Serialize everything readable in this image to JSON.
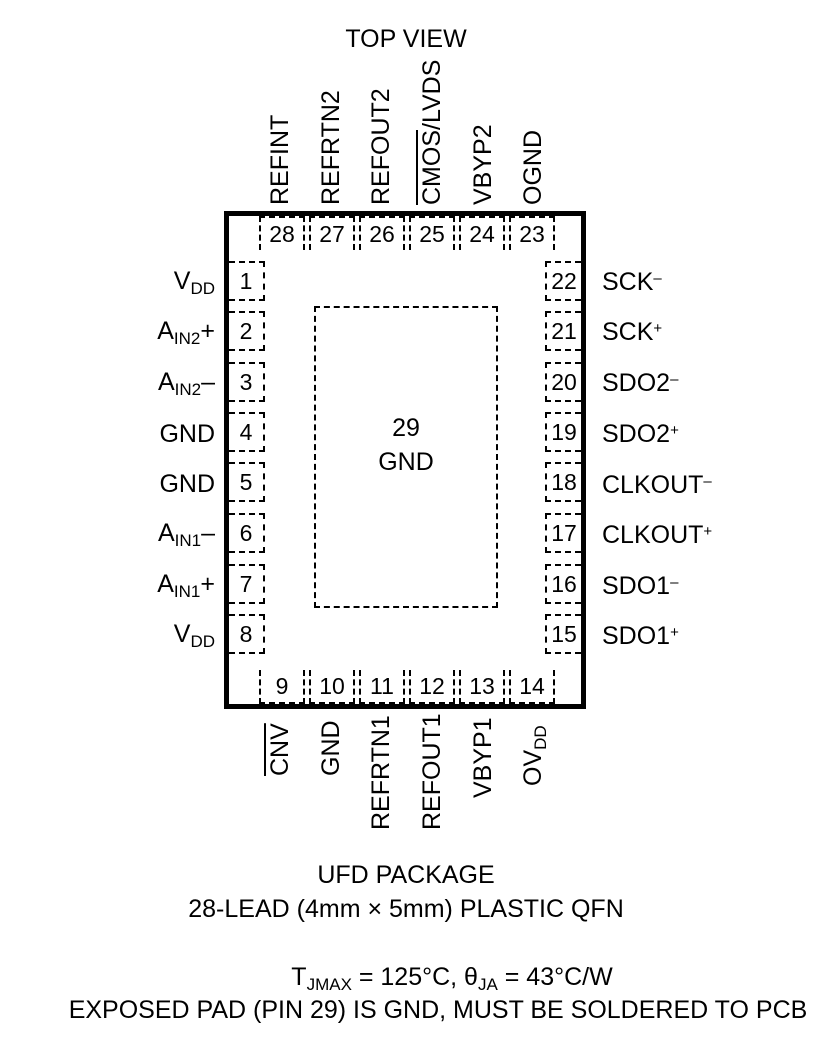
{
  "view_title": "TOP VIEW",
  "top_pins": [
    {
      "num": "28",
      "name": "REFINT"
    },
    {
      "num": "27",
      "name": "REFRTN2"
    },
    {
      "num": "26",
      "name": "REFOUT2"
    },
    {
      "num": "25",
      "name_overline": "CMOS",
      "name_rest": "/LVDS"
    },
    {
      "num": "24",
      "name": "VBYP2"
    },
    {
      "num": "23",
      "name": "OGND"
    }
  ],
  "left_pins": [
    {
      "num": "1",
      "name": "V",
      "sub": "DD"
    },
    {
      "num": "2",
      "name": "A",
      "sub": "IN2",
      "suffix": "+"
    },
    {
      "num": "3",
      "name": "A",
      "sub": "IN2",
      "suffix": "–"
    },
    {
      "num": "4",
      "name": "GND"
    },
    {
      "num": "5",
      "name": "GND"
    },
    {
      "num": "6",
      "name": "A",
      "sub": "IN1",
      "suffix": "–"
    },
    {
      "num": "7",
      "name": "A",
      "sub": "IN1",
      "suffix": "+"
    },
    {
      "num": "8",
      "name": "V",
      "sub": "DD"
    }
  ],
  "right_pins": [
    {
      "num": "22",
      "name": "SCK",
      "sup": "–"
    },
    {
      "num": "21",
      "name": "SCK",
      "sup": "+"
    },
    {
      "num": "20",
      "name": "SDO2",
      "sup": "–"
    },
    {
      "num": "19",
      "name": "SDO2",
      "sup": "+"
    },
    {
      "num": "18",
      "name": "CLKOUT",
      "sup": "–"
    },
    {
      "num": "17",
      "name": "CLKOUT",
      "sup": "+"
    },
    {
      "num": "16",
      "name": "SDO1",
      "sup": "–"
    },
    {
      "num": "15",
      "name": "SDO1",
      "sup": "+"
    }
  ],
  "bottom_pins": [
    {
      "num": "9",
      "name_overline": "CNV"
    },
    {
      "num": "10",
      "name": "GND"
    },
    {
      "num": "11",
      "name": "REFRTN1"
    },
    {
      "num": "12",
      "name": "REFOUT1"
    },
    {
      "num": "13",
      "name": "VBYP1"
    },
    {
      "num": "14",
      "name": "OV",
      "sub": "DD"
    }
  ],
  "exposed_pad": {
    "num": "29",
    "name": "GND"
  },
  "package_line1": "UFD PACKAGE",
  "package_line2": "28-LEAD (4mm × 5mm) PLASTIC QFN",
  "note_tj": {
    "prefix": "T",
    "sub": "JMAX",
    "mid": " = 125°C, θ",
    "sub2": "JA",
    "suffix": " = 43°C/W"
  },
  "note_pad": "EXPOSED PAD (PIN 29) IS GND, MUST BE SOLDERED TO PCB"
}
